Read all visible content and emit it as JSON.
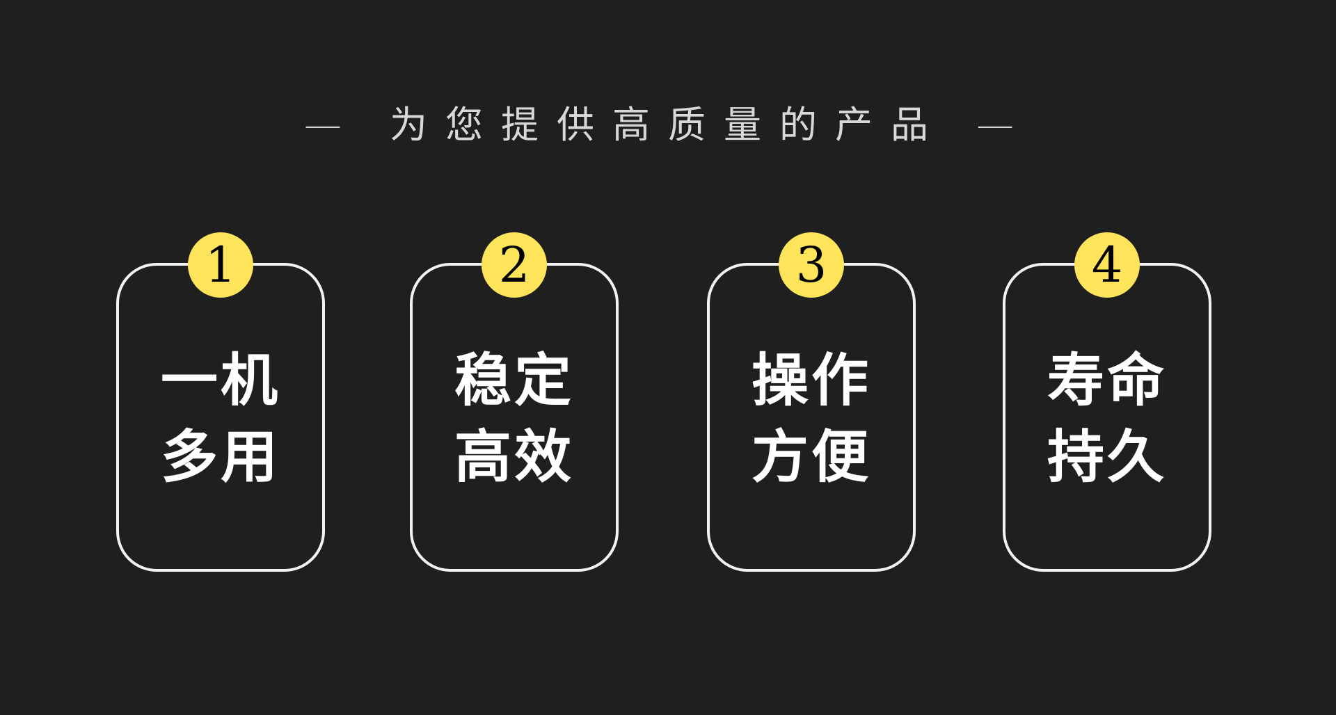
{
  "title": "— 为您提供高质量的产品 —",
  "colors": {
    "background": "#1f1f1f",
    "badge": "#fde45a",
    "border": "#f2f2f2"
  },
  "cards": [
    {
      "number": "1",
      "line1": "一机",
      "line2": "多用"
    },
    {
      "number": "2",
      "line1": "稳定",
      "line2": "高效"
    },
    {
      "number": "3",
      "line1": "操作",
      "line2": "方便"
    },
    {
      "number": "4",
      "line1": "寿命",
      "line2": "持久"
    }
  ]
}
